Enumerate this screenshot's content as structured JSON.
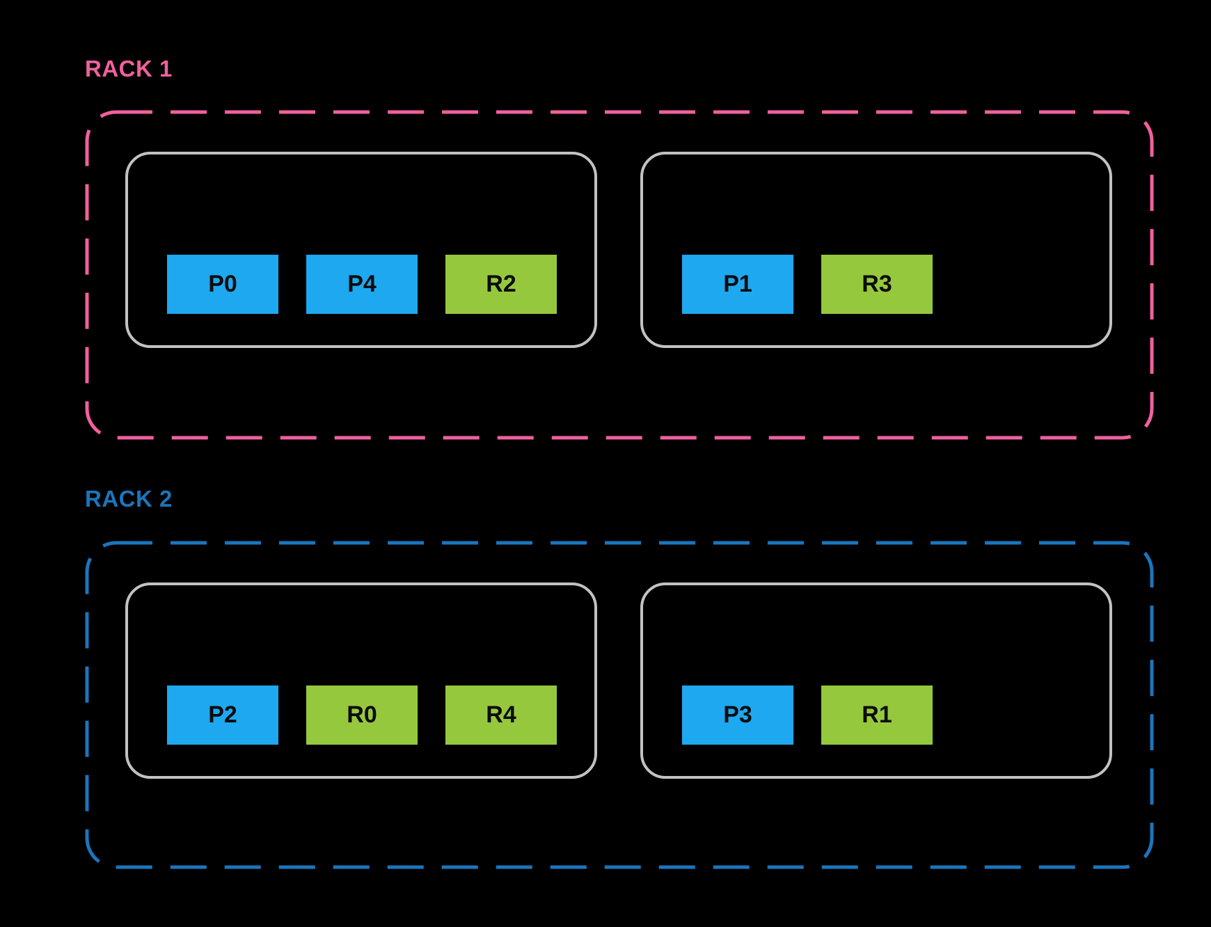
{
  "diagram": {
    "background": "#000000",
    "colors": {
      "chip_blue": "#1EA8F0",
      "chip_green": "#96C83E",
      "host_border": "#C2C2C2",
      "rack1_accent": "#F0609E",
      "rack2_accent": "#1B75BC",
      "chip_text": "#0C0C0C"
    }
  },
  "racks": [
    {
      "label": "RACK 1",
      "accent": "#F0609E",
      "hosts": [
        {
          "chips": [
            {
              "label": "P0",
              "color": "#1EA8F0"
            },
            {
              "label": "P4",
              "color": "#1EA8F0"
            },
            {
              "label": "R2",
              "color": "#96C83E"
            }
          ]
        },
        {
          "chips": [
            {
              "label": "P1",
              "color": "#1EA8F0"
            },
            {
              "label": "R3",
              "color": "#96C83E"
            }
          ]
        }
      ]
    },
    {
      "label": "RACK 2",
      "accent": "#1B75BC",
      "hosts": [
        {
          "chips": [
            {
              "label": "P2",
              "color": "#1EA8F0"
            },
            {
              "label": "R0",
              "color": "#96C83E"
            },
            {
              "label": "R4",
              "color": "#96C83E"
            }
          ]
        },
        {
          "chips": [
            {
              "label": "P3",
              "color": "#1EA8F0"
            },
            {
              "label": "R1",
              "color": "#96C83E"
            }
          ]
        }
      ]
    }
  ]
}
